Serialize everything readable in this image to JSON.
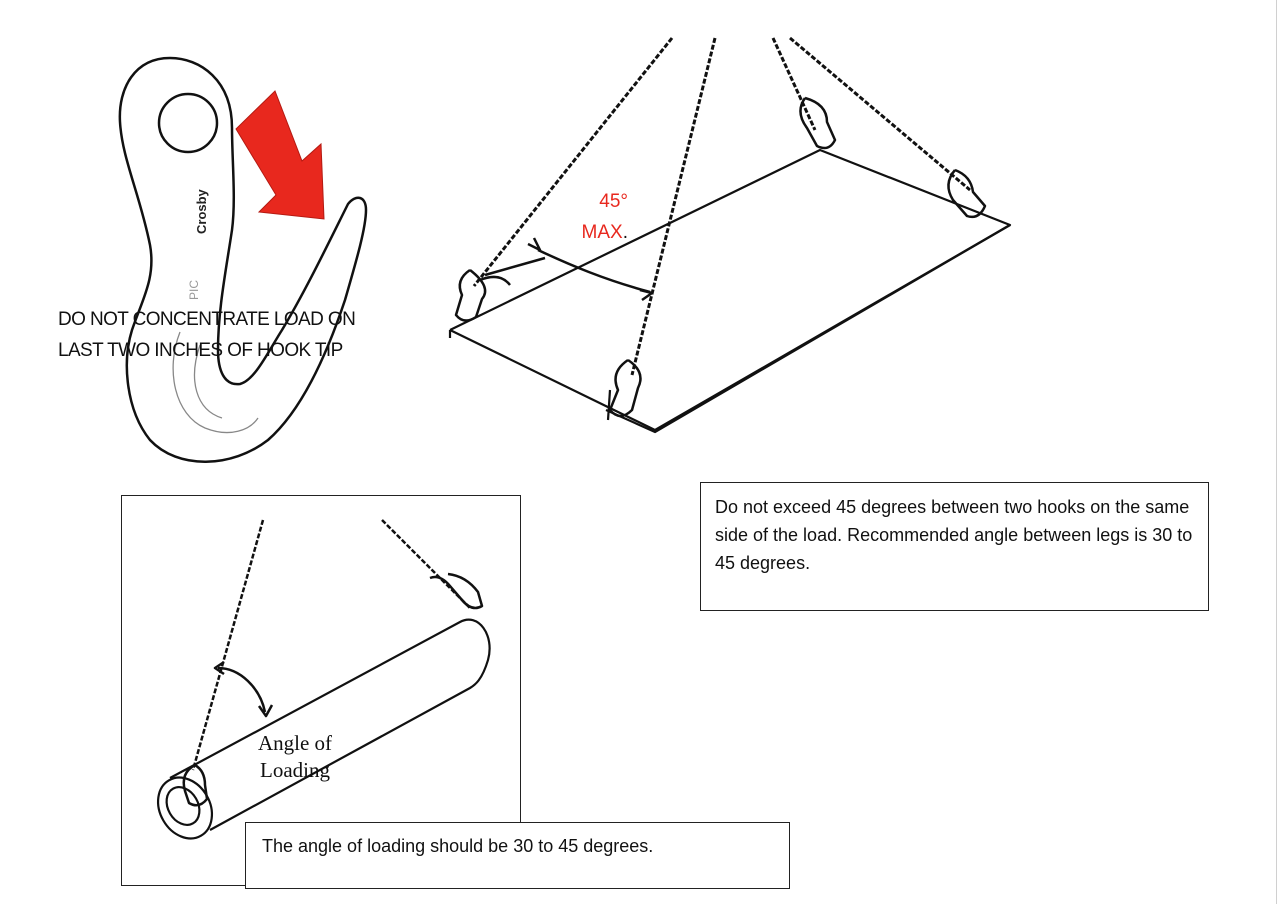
{
  "hook_diagram": {
    "warning_line1": "DO NOT CONCENTRATE  LOAD ON",
    "warning_line2": "LAST TWO INCHES OF HOOK TIP",
    "brand_stamp": "Crosby",
    "size_stamp": "PIC",
    "arrow_color": "#e8281e"
  },
  "sling_diagram": {
    "angle_value": "45°",
    "angle_max": "MAX",
    "angle_period": ".",
    "callout": "Do not exceed 45 degrees between two hooks on the same side of the load. Recommended angle between legs is 30 to 45 degrees."
  },
  "pipe_diagram": {
    "angle_label_line1": "Angle of",
    "angle_label_line2": "Loading",
    "callout": "The angle of loading should be 30 to 45 degrees."
  }
}
